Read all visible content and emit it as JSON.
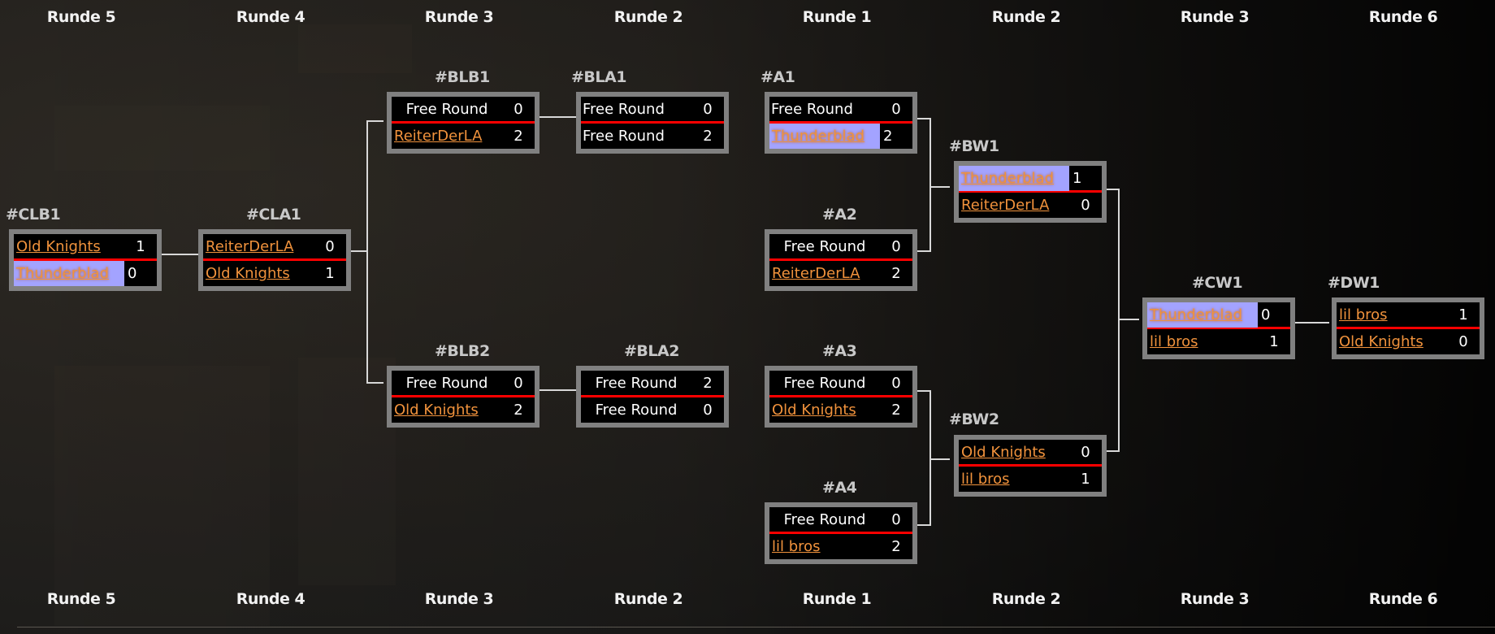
{
  "header_rounds": [
    "Runde 5",
    "Runde 4",
    "Runde 3",
    "Runde 2",
    "Runde 1",
    "Runde 2",
    "Runde 3",
    "Runde 6"
  ],
  "footer_rounds": [
    "Runde 5",
    "Runde 4",
    "Runde 3",
    "Runde 2",
    "Runde 1",
    "Runde 2",
    "Runde 3",
    "Runde 6"
  ],
  "colors": {
    "link": "#f0923c",
    "highlight": "#a3a3ff",
    "divider": "#ff0000",
    "border": "#808080"
  },
  "matches": {
    "CLB1": {
      "id": "#CLB1",
      "teams": [
        {
          "name": "Old Knights",
          "score": "1",
          "link": true
        },
        {
          "name": "Thunderblad",
          "score": "0",
          "link": true,
          "highlight": true
        }
      ]
    },
    "CLA1": {
      "id": "#CLA1",
      "teams": [
        {
          "name": "ReiterDerLA",
          "score": "0",
          "link": true
        },
        {
          "name": "Old Knights",
          "score": "1",
          "link": true
        }
      ]
    },
    "BLB1": {
      "id": "#BLB1",
      "teams": [
        {
          "name": "Free Round",
          "score": "0",
          "link": false
        },
        {
          "name": "ReiterDerLA",
          "score": "2",
          "link": true
        }
      ]
    },
    "BLB2": {
      "id": "#BLB2",
      "teams": [
        {
          "name": "Free Round",
          "score": "0",
          "link": false
        },
        {
          "name": "Old Knights",
          "score": "2",
          "link": true
        }
      ]
    },
    "BLA1": {
      "id": "#BLA1",
      "teams": [
        {
          "name": "Free Round",
          "score": "0",
          "link": false
        },
        {
          "name": "Free Round",
          "score": "2",
          "link": false
        }
      ]
    },
    "BLA2": {
      "id": "#BLA2",
      "teams": [
        {
          "name": "Free Round",
          "score": "2",
          "link": false
        },
        {
          "name": "Free Round",
          "score": "0",
          "link": false
        }
      ]
    },
    "A1": {
      "id": "#A1",
      "teams": [
        {
          "name": "Free Round",
          "score": "0",
          "link": false
        },
        {
          "name": "Thunderblad",
          "score": "2",
          "link": true,
          "highlight": true
        }
      ]
    },
    "A2": {
      "id": "#A2",
      "teams": [
        {
          "name": "Free Round",
          "score": "0",
          "link": false
        },
        {
          "name": "ReiterDerLA",
          "score": "2",
          "link": true
        }
      ]
    },
    "A3": {
      "id": "#A3",
      "teams": [
        {
          "name": "Free Round",
          "score": "0",
          "link": false
        },
        {
          "name": "Old Knights",
          "score": "2",
          "link": true
        }
      ]
    },
    "A4": {
      "id": "#A4",
      "teams": [
        {
          "name": "Free Round",
          "score": "0",
          "link": false
        },
        {
          "name": "lil bros",
          "score": "2",
          "link": true
        }
      ]
    },
    "BW1": {
      "id": "#BW1",
      "teams": [
        {
          "name": "Thunderblad",
          "score": "1",
          "link": true,
          "highlight": true
        },
        {
          "name": "ReiterDerLA",
          "score": "0",
          "link": true
        }
      ]
    },
    "BW2": {
      "id": "#BW2",
      "teams": [
        {
          "name": "Old Knights",
          "score": "0",
          "link": true
        },
        {
          "name": "lil bros",
          "score": "1",
          "link": true
        }
      ]
    },
    "CW1": {
      "id": "#CW1",
      "teams": [
        {
          "name": "Thunderblad",
          "score": "0",
          "link": true,
          "highlight": true
        },
        {
          "name": "lil bros",
          "score": "1",
          "link": true
        }
      ]
    },
    "DW1": {
      "id": "#DW1",
      "teams": [
        {
          "name": "lil bros",
          "score": "1",
          "link": true
        },
        {
          "name": "Old Knights",
          "score": "0",
          "link": true
        }
      ]
    }
  }
}
